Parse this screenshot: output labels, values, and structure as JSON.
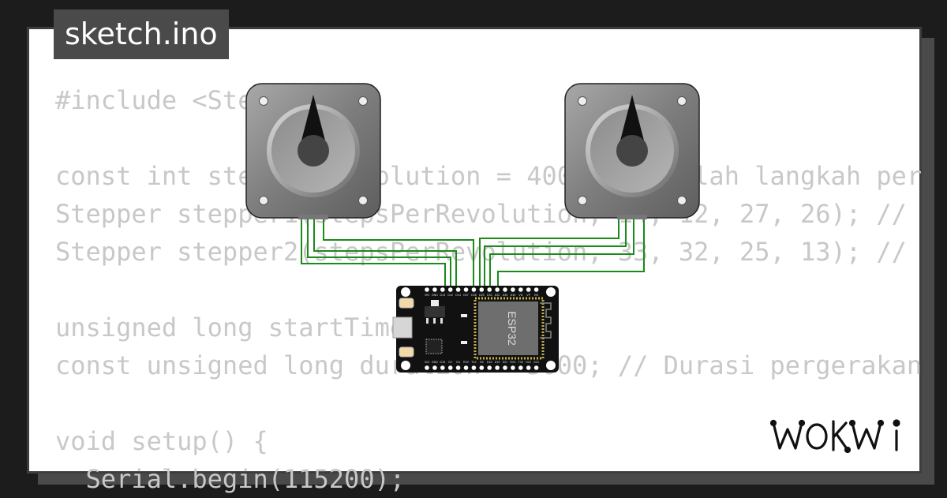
{
  "window": {
    "title": "sketch.ino"
  },
  "code": {
    "lines": [
      "#include <Stepper.h>",
      "",
      "const int stepsPerRevolution = 400; // Jumlah langkah per",
      "Stepper stepper1(stepsPerRevolution, 14, 12, 27, 26); //",
      "Stepper stepper2(stepsPerRevolution, 33, 32, 25, 13); //",
      "",
      "unsigned long startTime;",
      "const unsigned long duration = 5000; // Durasi pergerakan",
      "",
      "void setup() {",
      "  Serial.begin(115200);"
    ]
  },
  "board": {
    "chip_label": "ESP32",
    "top_pins": [
      "VIN",
      "GND",
      "D13",
      "D12",
      "D14",
      "D27",
      "D26",
      "D25",
      "D33",
      "D32",
      "D35",
      "D34",
      "VN",
      "VP",
      "EN"
    ],
    "bottom_pins": [
      "3V3",
      "GND",
      "D15",
      "D2",
      "D4",
      "RX2",
      "TX2",
      "D5",
      "D18",
      "D19",
      "D21",
      "RX0",
      "TX0",
      "D22",
      "D23"
    ]
  },
  "brand": {
    "logo_text": "WOKWi"
  },
  "colors": {
    "background": "#1c1c1c",
    "card": "#ffffff",
    "code_text": "#c8c8c8",
    "wire": "#1a8a1a",
    "motor_body": "#8a8a8a",
    "board": "#111111",
    "chip": "#6e6e6e",
    "logo": "#111111"
  },
  "icons": {
    "motor": "stepper-motor-icon",
    "board": "esp32-board-icon"
  }
}
